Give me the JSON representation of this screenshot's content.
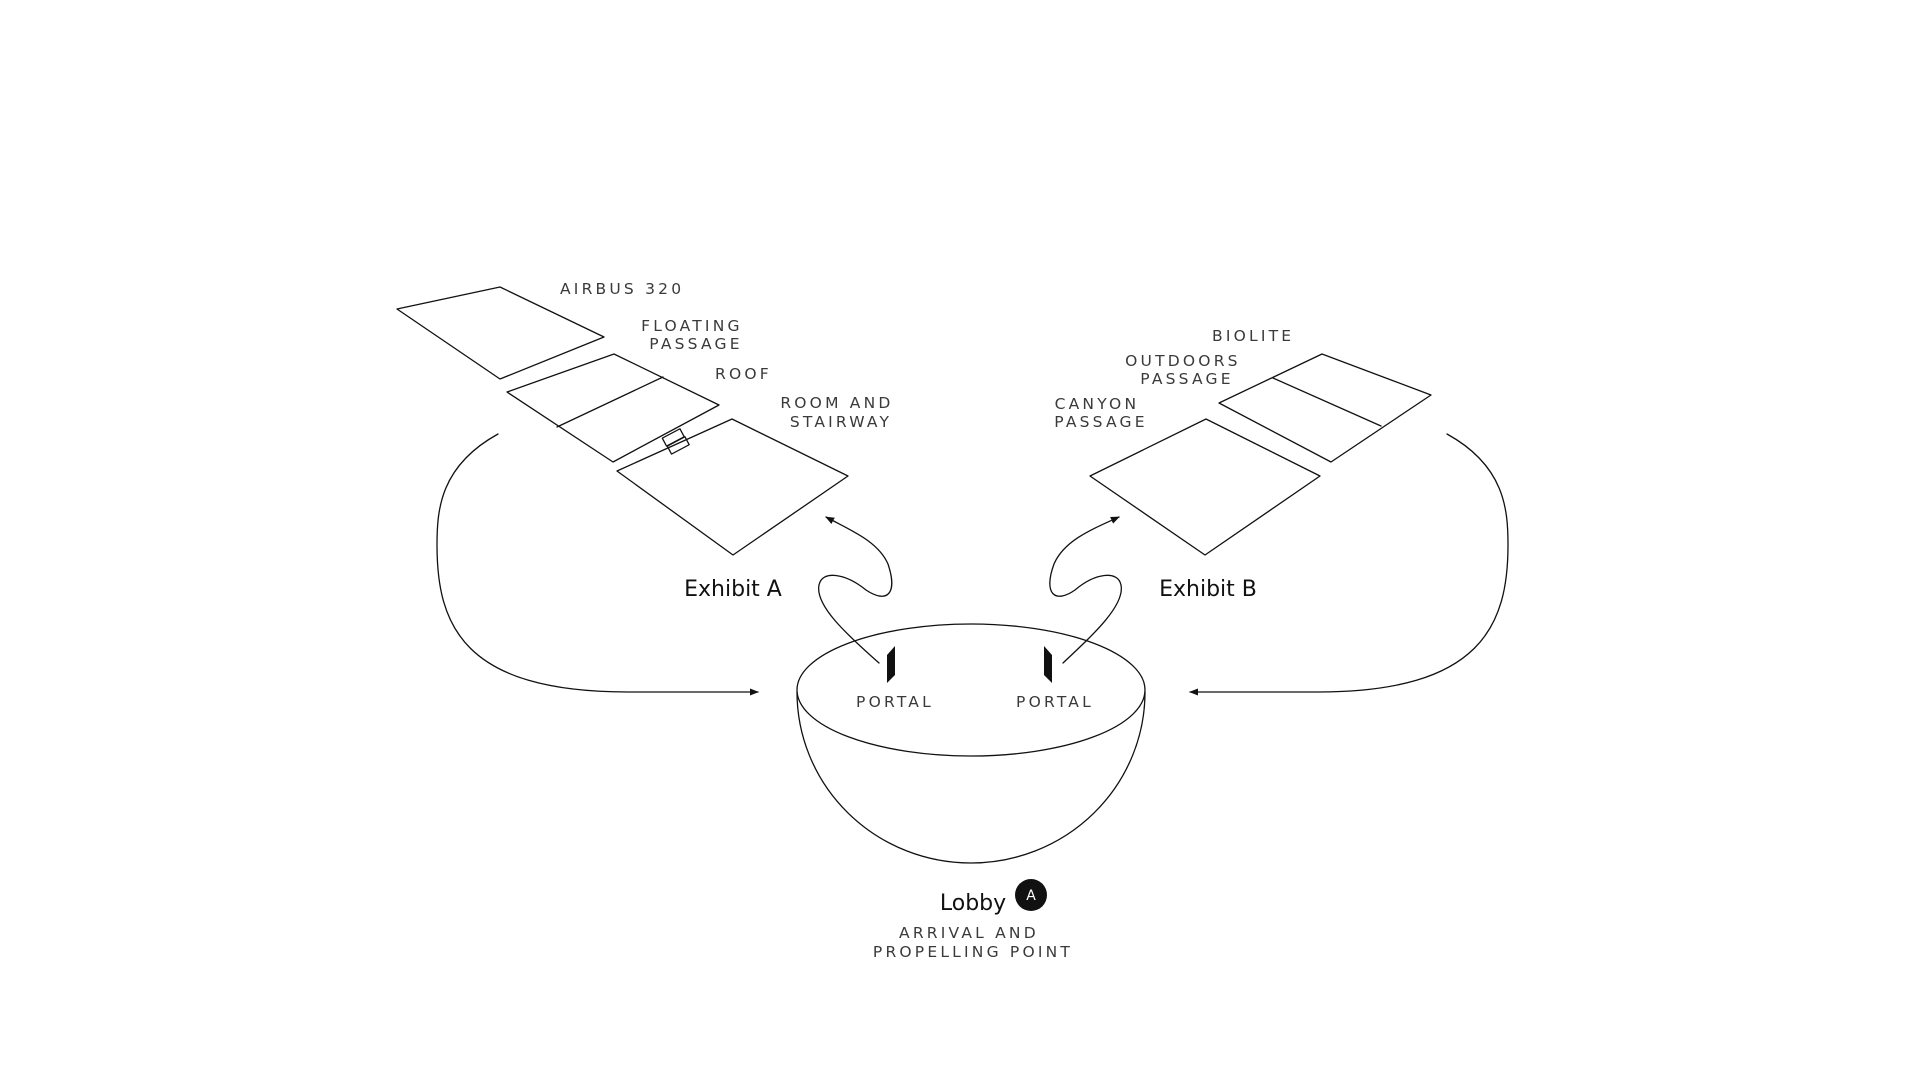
{
  "exhibit_a": {
    "title": "Exhibit A",
    "spaces": {
      "airbus": "AIRBUS 320",
      "floating": [
        "FLOATING",
        "PASSAGE"
      ],
      "roof": "ROOF",
      "room": [
        "ROOM AND",
        "STAIRWAY"
      ]
    }
  },
  "exhibit_b": {
    "title": "Exhibit B",
    "spaces": {
      "biolite": "BIOLITE",
      "outdoors": [
        "OUTDOORS",
        "PASSAGE"
      ],
      "canyon": [
        "CANYON",
        "PASSAGE"
      ]
    }
  },
  "lobby": {
    "title": "Lobby",
    "badge": "A",
    "subtitle": [
      "ARRIVAL AND",
      "PROPELLING POINT"
    ],
    "portals": [
      "PORTAL",
      "PORTAL"
    ]
  },
  "colors": {
    "line": "#111111",
    "text": "#3a3a3a",
    "background": "#ffffff"
  }
}
